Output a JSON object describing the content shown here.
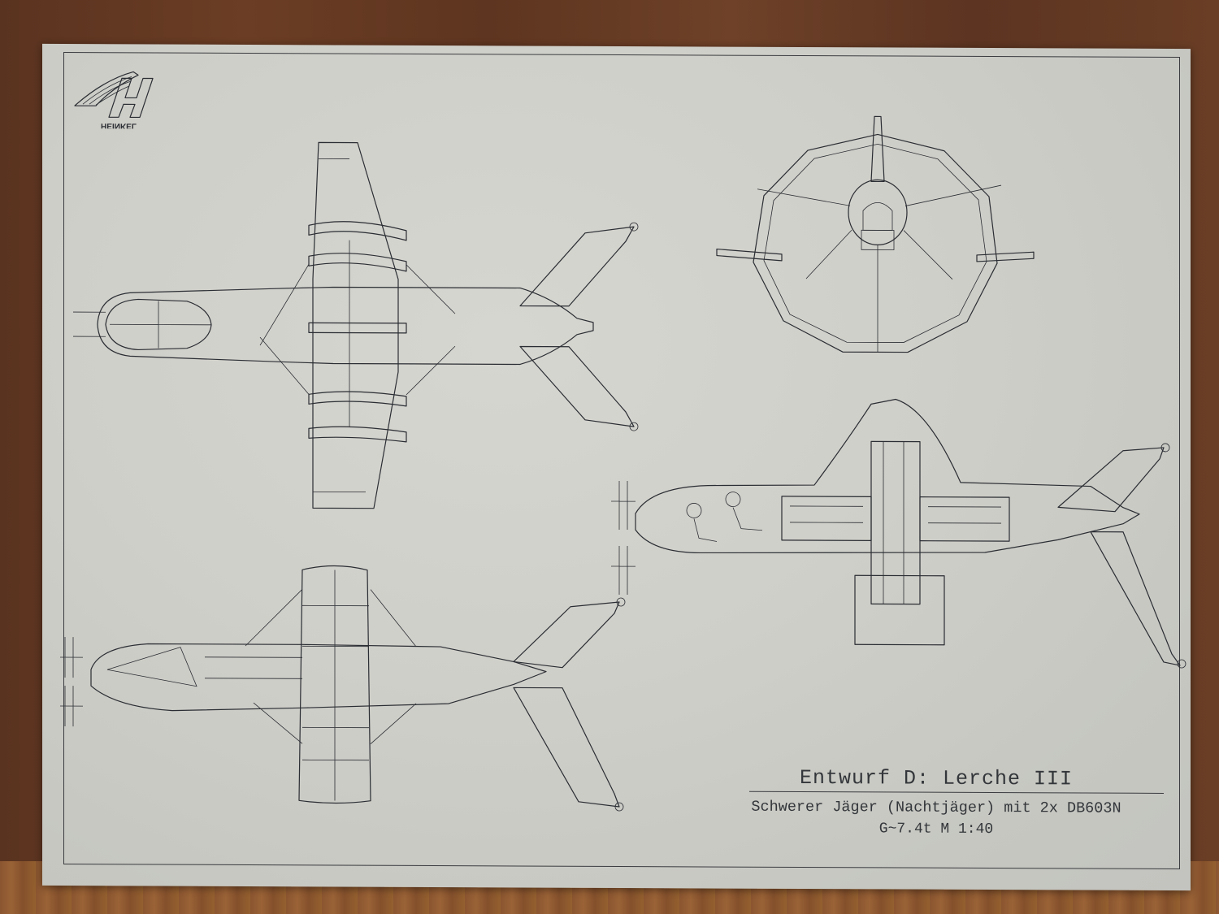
{
  "scene": {
    "description": "Photograph of a printed aircraft blueprint sheet lying on a wooden surface",
    "background_color": "#5e3520",
    "paper_color": "#cfcfc9",
    "ink_color": "#2a2d33"
  },
  "logo": {
    "brand_text": "HEINKEL",
    "monogram": "H",
    "icon": "winged-h-logo"
  },
  "views": [
    {
      "id": "top-view",
      "label": "Top (plan) view"
    },
    {
      "id": "front-view",
      "label": "Front view with ring wing"
    },
    {
      "id": "side-cutaway",
      "label": "Side cutaway view with crew and two engines"
    },
    {
      "id": "side-view",
      "label": "Side view"
    }
  ],
  "title_block": {
    "title": "Entwurf D: Lerche III",
    "subtitle": "Schwerer Jäger (Nachtjäger) mit 2x DB603N",
    "spec": "G~7.4t M 1:40"
  }
}
